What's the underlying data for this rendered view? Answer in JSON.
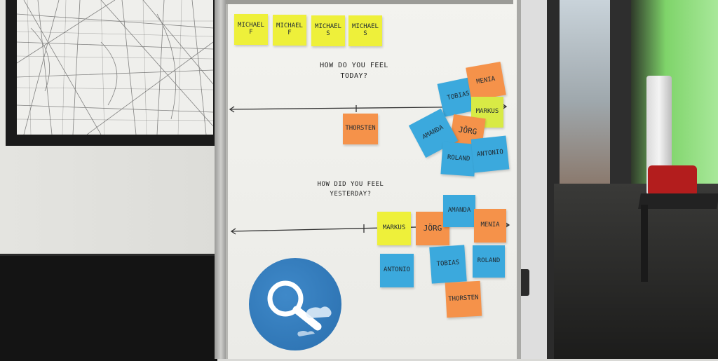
{
  "board": {
    "heading_today_1": "HOW DO YOU FEEL",
    "heading_today_2": "TODAY?",
    "heading_yesterday_1": "HOW DID YOU FEEL",
    "heading_yesterday_2": "YESTERDAY?"
  },
  "names_row": [
    {
      "line1": "MICHAEL",
      "line2": "F"
    },
    {
      "line1": "MICHAEL",
      "line2": "F"
    },
    {
      "line1": "MICHAEL",
      "line2": "S"
    },
    {
      "line1": "MICHAEL",
      "line2": "S"
    }
  ],
  "today_notes": {
    "thorsten": "THORSTEN",
    "tobias": "TOBIAS",
    "menia": "MENIA",
    "markus": "MARKUS",
    "amanda": "AMANDA",
    "jorg": "JÖRG",
    "roland": "ROLAND",
    "antonio": "ANTONIO"
  },
  "yesterday_notes": {
    "markus": "MARKUS",
    "jorg": "JÖRG",
    "amanda": "AMANDA",
    "menia": "MENIA",
    "antonio": "ANTONIO",
    "tobias": "TOBIAS",
    "roland": "ROLAND",
    "thorsten": "THORSTEN"
  },
  "colors": {
    "yellow": "#eef03a",
    "orange": "#f5924a",
    "blue": "#3ba9dd",
    "logo_blue": "#2a6fae",
    "green_wall": "#7fd46a"
  },
  "icons": {
    "logo": "magnifier-icon"
  }
}
